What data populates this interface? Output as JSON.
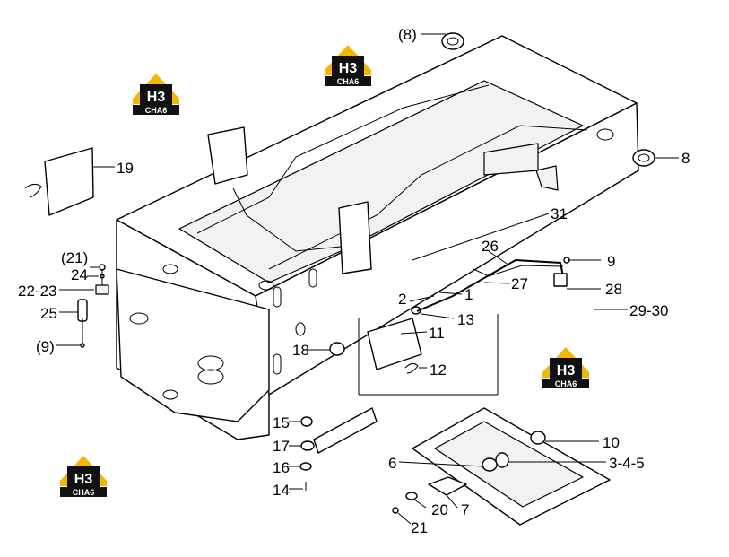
{
  "watermark": {
    "brand_top": "H3",
    "brand_bottom": "CHA6",
    "color_gold": "#f2b705",
    "color_black": "#111111"
  },
  "labels": {
    "l8a": "(8)",
    "l8b": "8",
    "l19": "19",
    "l31": "31",
    "l26": "26",
    "l27": "27",
    "l9a": "9",
    "l28": "28",
    "l2930": "29-30",
    "l2": "2",
    "l1": "1",
    "l13": "13",
    "l11": "11",
    "l12": "12",
    "l18": "18",
    "l21a": "(21)",
    "l24": "24",
    "l2223": "22-23",
    "l25": "25",
    "l9b": "(9)",
    "l15": "15",
    "l17": "17",
    "l16": "16",
    "l14": "14",
    "l10": "10",
    "l6": "6",
    "l345": "3-4-5",
    "l20": "20",
    "l7": "7",
    "l21b": "21"
  }
}
